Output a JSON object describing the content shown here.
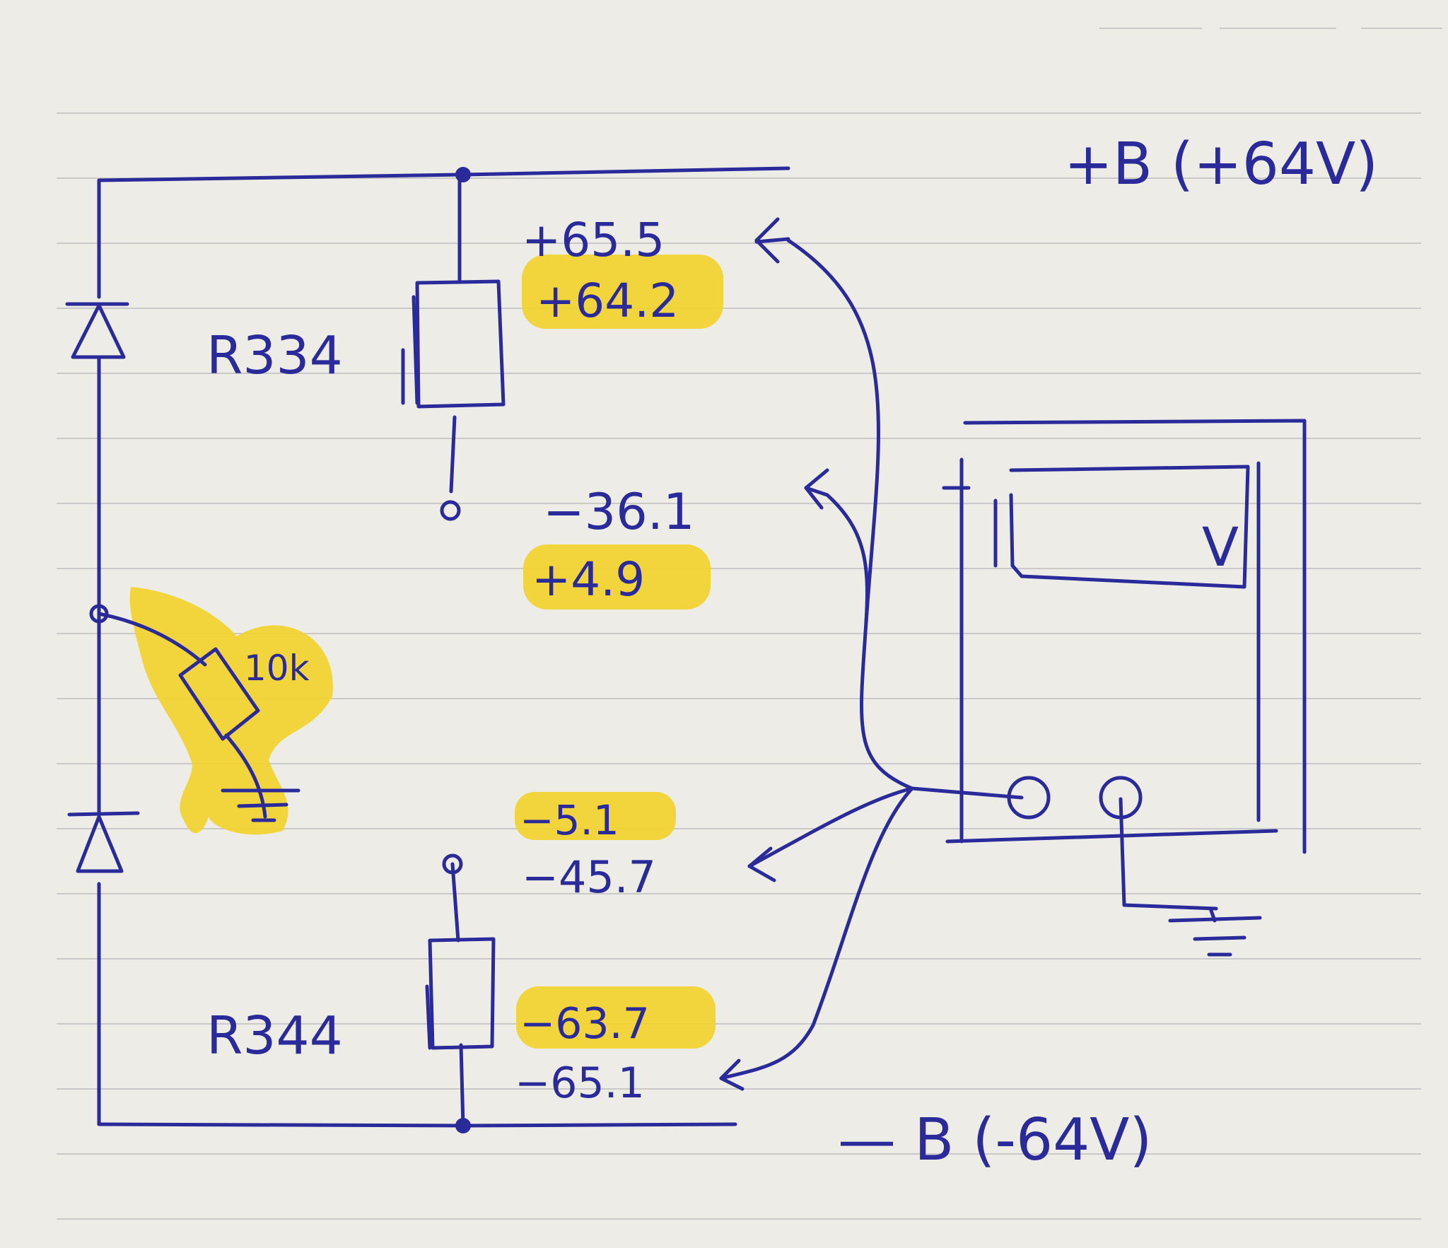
{
  "rail_labels": {
    "positive": "+B (+64V)",
    "negative": "— B (-64V)"
  },
  "resistors": {
    "upper": "R334",
    "lower": "R344",
    "pot": "10k"
  },
  "meter_symbol": "V",
  "readings": {
    "r334_top_before": "+65.5",
    "r334_top_after": "+64.2",
    "r334_bottom_before": "−36.1",
    "r334_bottom_after": "+4.9",
    "r344_top_after": "−5.1",
    "r344_top_before": "−45.7",
    "r344_bottom_after": "−63.7",
    "r344_bottom_before": "−65.1"
  },
  "colors": {
    "ink": "#2a2a9a",
    "highlighter": "#f2d22e",
    "paper": "#eeece6",
    "rules": "#c9c9c9"
  }
}
